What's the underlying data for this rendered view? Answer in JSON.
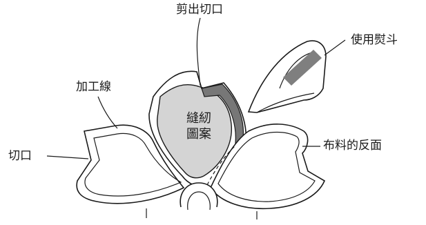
{
  "labels": {
    "cut_notch": "剪出切口",
    "use_iron": "使用熨斗",
    "stitch_line": "加工線",
    "notch": "切口",
    "fabric_reverse": "布料的反面",
    "seam_pattern_line1": "縫紉",
    "seam_pattern_line2": "圖案"
  },
  "colors": {
    "outline": "#1a1a1a",
    "pattern_fill": "#d4d4d4",
    "iron_sole": "#7f7f7f",
    "folded_edge": "#777777"
  }
}
